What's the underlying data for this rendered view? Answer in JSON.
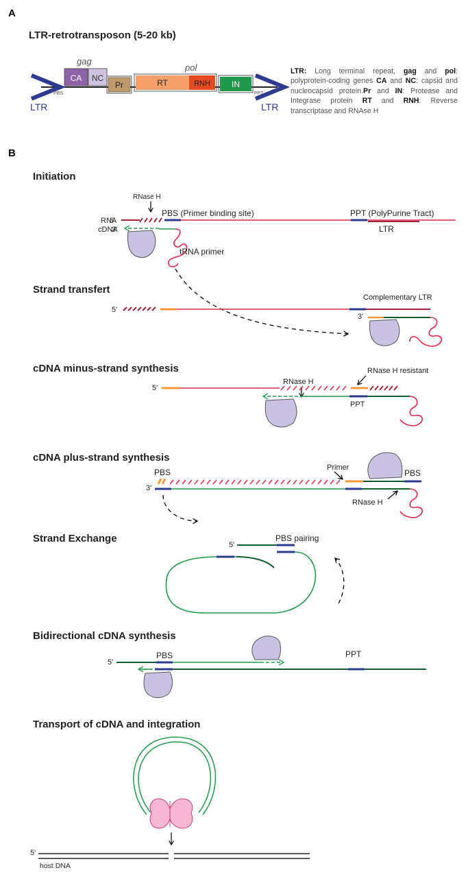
{
  "panel_a": {
    "letter": "A",
    "title": "LTR-retrotransposon (5-20 kb)",
    "gag_label": "gag",
    "pol_label": "pol",
    "genes": {
      "ca": "CA",
      "nc": "NC",
      "pr": "Pr",
      "rt": "RT",
      "rnh": "RNH",
      "in": "IN"
    },
    "pbs_small": "PBS",
    "ppt_small": "PPT",
    "ltr_left": "LTR",
    "ltr_right": "LTR",
    "legend": {
      "ltr_term": "LTR:",
      "ltr_def": " Long terminal repeat, ",
      "gag_term": "gag",
      "and1": " and ",
      "pol_term": "pol",
      "pol_def": ": polyprotein-coding genes ",
      "ca_term": "CA",
      "and2": " and ",
      "nc_term": "NC",
      "nc_def": ": capsid and nucleocapsid protein.",
      "pr_term": "Pr",
      "and3": " and ",
      "in_term": "IN",
      "in_def": ": Protease and Integrase protein ",
      "rt_term": "RT",
      "and4": " and ",
      "rnh_term": "RNH",
      "rnh_def": ": Reverse transcriptase and RNAse H"
    }
  },
  "panel_b": {
    "letter": "B",
    "initiation": {
      "title": "Initiation",
      "rnase_h": "RNase H",
      "pbs": "PBS (Primer binding site)",
      "ppt": "PPT (PolyPurine Tract)",
      "rna_label": "RNA",
      "rna_5": "5'",
      "cdna_label": "cDNA",
      "cdna_3": "3'",
      "ltr": "LTR",
      "trna": "tRNA primer"
    },
    "strand_transfer": {
      "title": "Strand transfert",
      "five": "5'",
      "comp_ltr": "Complementary LTR",
      "three": "3'"
    },
    "minus": {
      "title": "cDNA minus-strand synthesis",
      "five": "5'",
      "rnase_h": "RNase H",
      "rnase_h_resistant": "RNase H resistant",
      "ppt": "PPT"
    },
    "plus": {
      "title": "cDNA plus-strand synthesis",
      "pbs_left": "PBS",
      "three": "3'",
      "primer": "Primer",
      "pbs_right": "PBS",
      "rnase_h": "RNase H"
    },
    "exchange": {
      "title": "Strand Exchange",
      "five": "5'",
      "pbs_pairing": "PBS pairing"
    },
    "bidirectional": {
      "title": "Bidirectional cDNA synthesis",
      "five": "5'",
      "pbs": "PBS",
      "ppt": "PPT"
    },
    "transport": {
      "title": "Transport of cDNA and integration",
      "five": "5'",
      "host": "host DNA"
    }
  },
  "colors": {
    "rna": "#e0294a",
    "rna_dark": "#a3213a",
    "cdna_green": "#1f9a4d",
    "cdna_dark": "#0e5e30",
    "site_blue": "#2a3a8f",
    "primer_orange": "#f59a36",
    "rt_enzyme": "#c9c2e3",
    "integrase": "#f7b6d2",
    "ltr_arrow": "#2f3a91",
    "ca": "#8e63a8",
    "nc": "#cfc4e0",
    "pr": "#c19a6b",
    "rt": "#f5a06b",
    "rnh": "#e64a1f",
    "in": "#1f9a4d"
  }
}
